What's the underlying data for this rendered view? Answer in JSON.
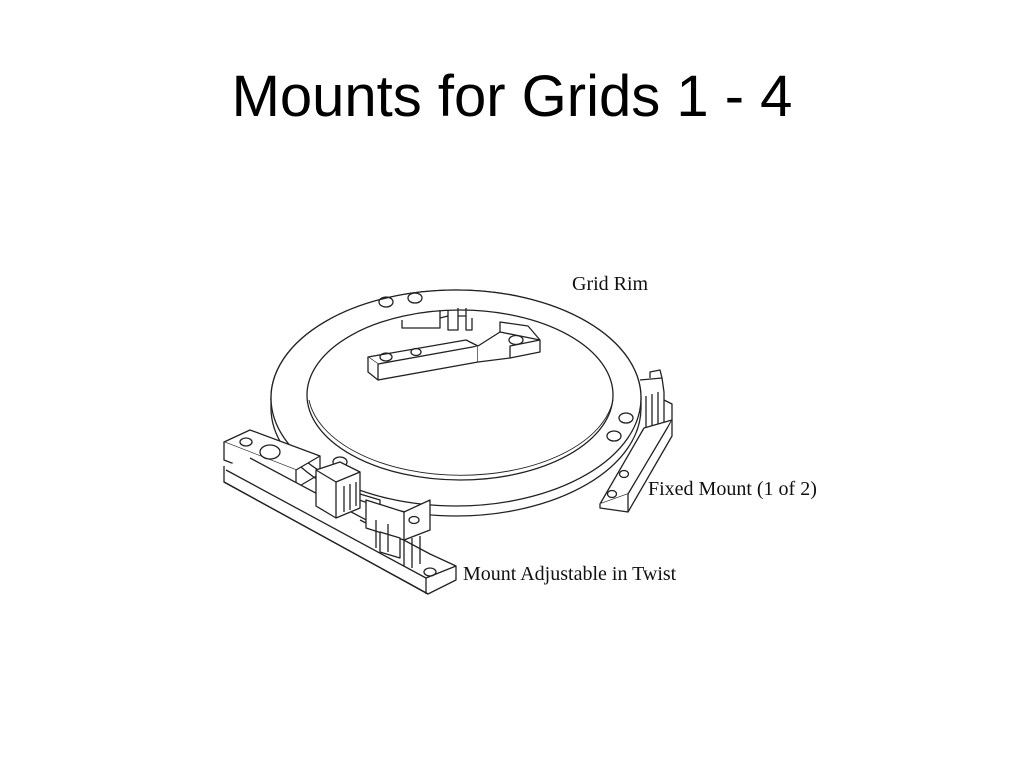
{
  "slide": {
    "title": "Mounts for Grids 1 - 4"
  },
  "diagram": {
    "labels": {
      "grid_rim": "Grid Rim",
      "fixed_mount": "Fixed Mount (1 of 2)",
      "mount_adjustable": "Mount Adjustable in Twist"
    }
  }
}
